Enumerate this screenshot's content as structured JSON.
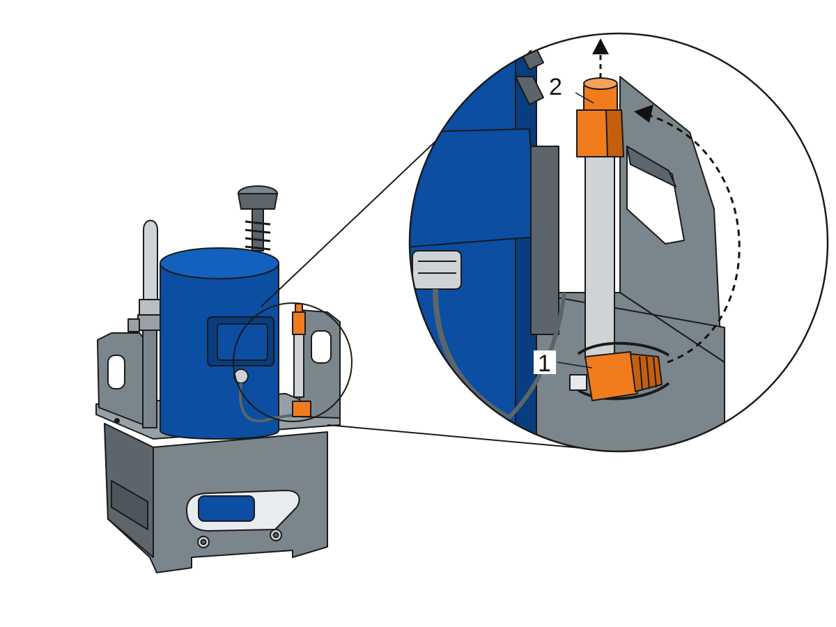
{
  "colors": {
    "housing_gray": "#7b858c",
    "housing_dark": "#5c656b",
    "housing_light": "#97a0a6",
    "motor_blue": "#0b4ea2",
    "motor_blue_dark": "#083d80",
    "fitting_orange": "#f07c1e",
    "fitting_orange_dark": "#c45f0e",
    "tube_gray": "#cfd3d6",
    "outline": "#1a1a1a"
  },
  "callouts": [
    {
      "number": "1",
      "part": "lower-fitting"
    },
    {
      "number": "2",
      "part": "upper-fitting"
    }
  ],
  "icons": [
    "upward-arrow-icon",
    "curved-arrow-icon",
    "detail-magnifier-circle"
  ]
}
